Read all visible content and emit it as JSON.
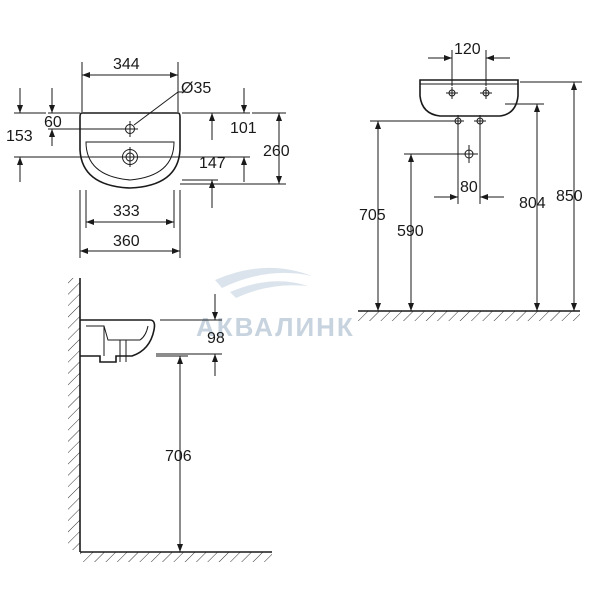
{
  "dimensions": {
    "width_344": "344",
    "hole_d35": "Ø35",
    "left_60": "60",
    "left_153": "153",
    "right_101": "101",
    "right_260": "260",
    "right_147": "147",
    "width_333": "333",
    "width_360": "360",
    "side_98": "98",
    "side_706": "706",
    "front_120": "120",
    "front_80": "80",
    "front_705": "705",
    "front_590": "590",
    "front_804": "804",
    "front_850": "850"
  },
  "watermark": "АКВАЛИНК",
  "colors": {
    "line": "#1a1a1a",
    "watermark": "#c7d3de"
  }
}
